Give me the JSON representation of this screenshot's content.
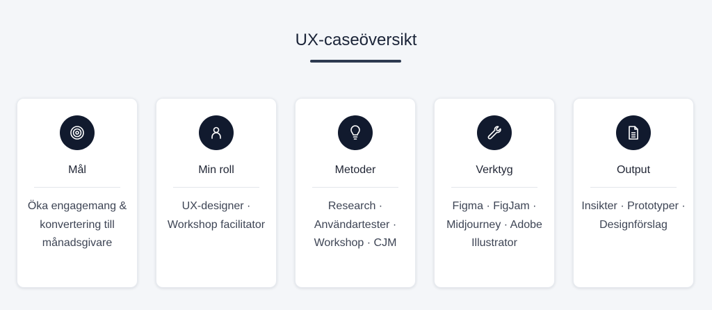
{
  "heading": "UX-caseöversikt",
  "cards": [
    {
      "icon": "target-icon",
      "title": "Mål",
      "body": "Öka engagemang & konvertering till månadsgivare"
    },
    {
      "icon": "user-icon",
      "title": "Min roll",
      "body": "UX-designer · Workshop facilitator"
    },
    {
      "icon": "lightbulb-icon",
      "title": "Metoder",
      "body": "Research · Användartester · Workshop · CJM"
    },
    {
      "icon": "wrench-icon",
      "title": "Verktyg",
      "body": "Figma · FigJam · Midjourney · Adobe Illustrator"
    },
    {
      "icon": "document-icon",
      "title": "Output",
      "body": "Insikter · Prototyper · Designförslag"
    }
  ]
}
